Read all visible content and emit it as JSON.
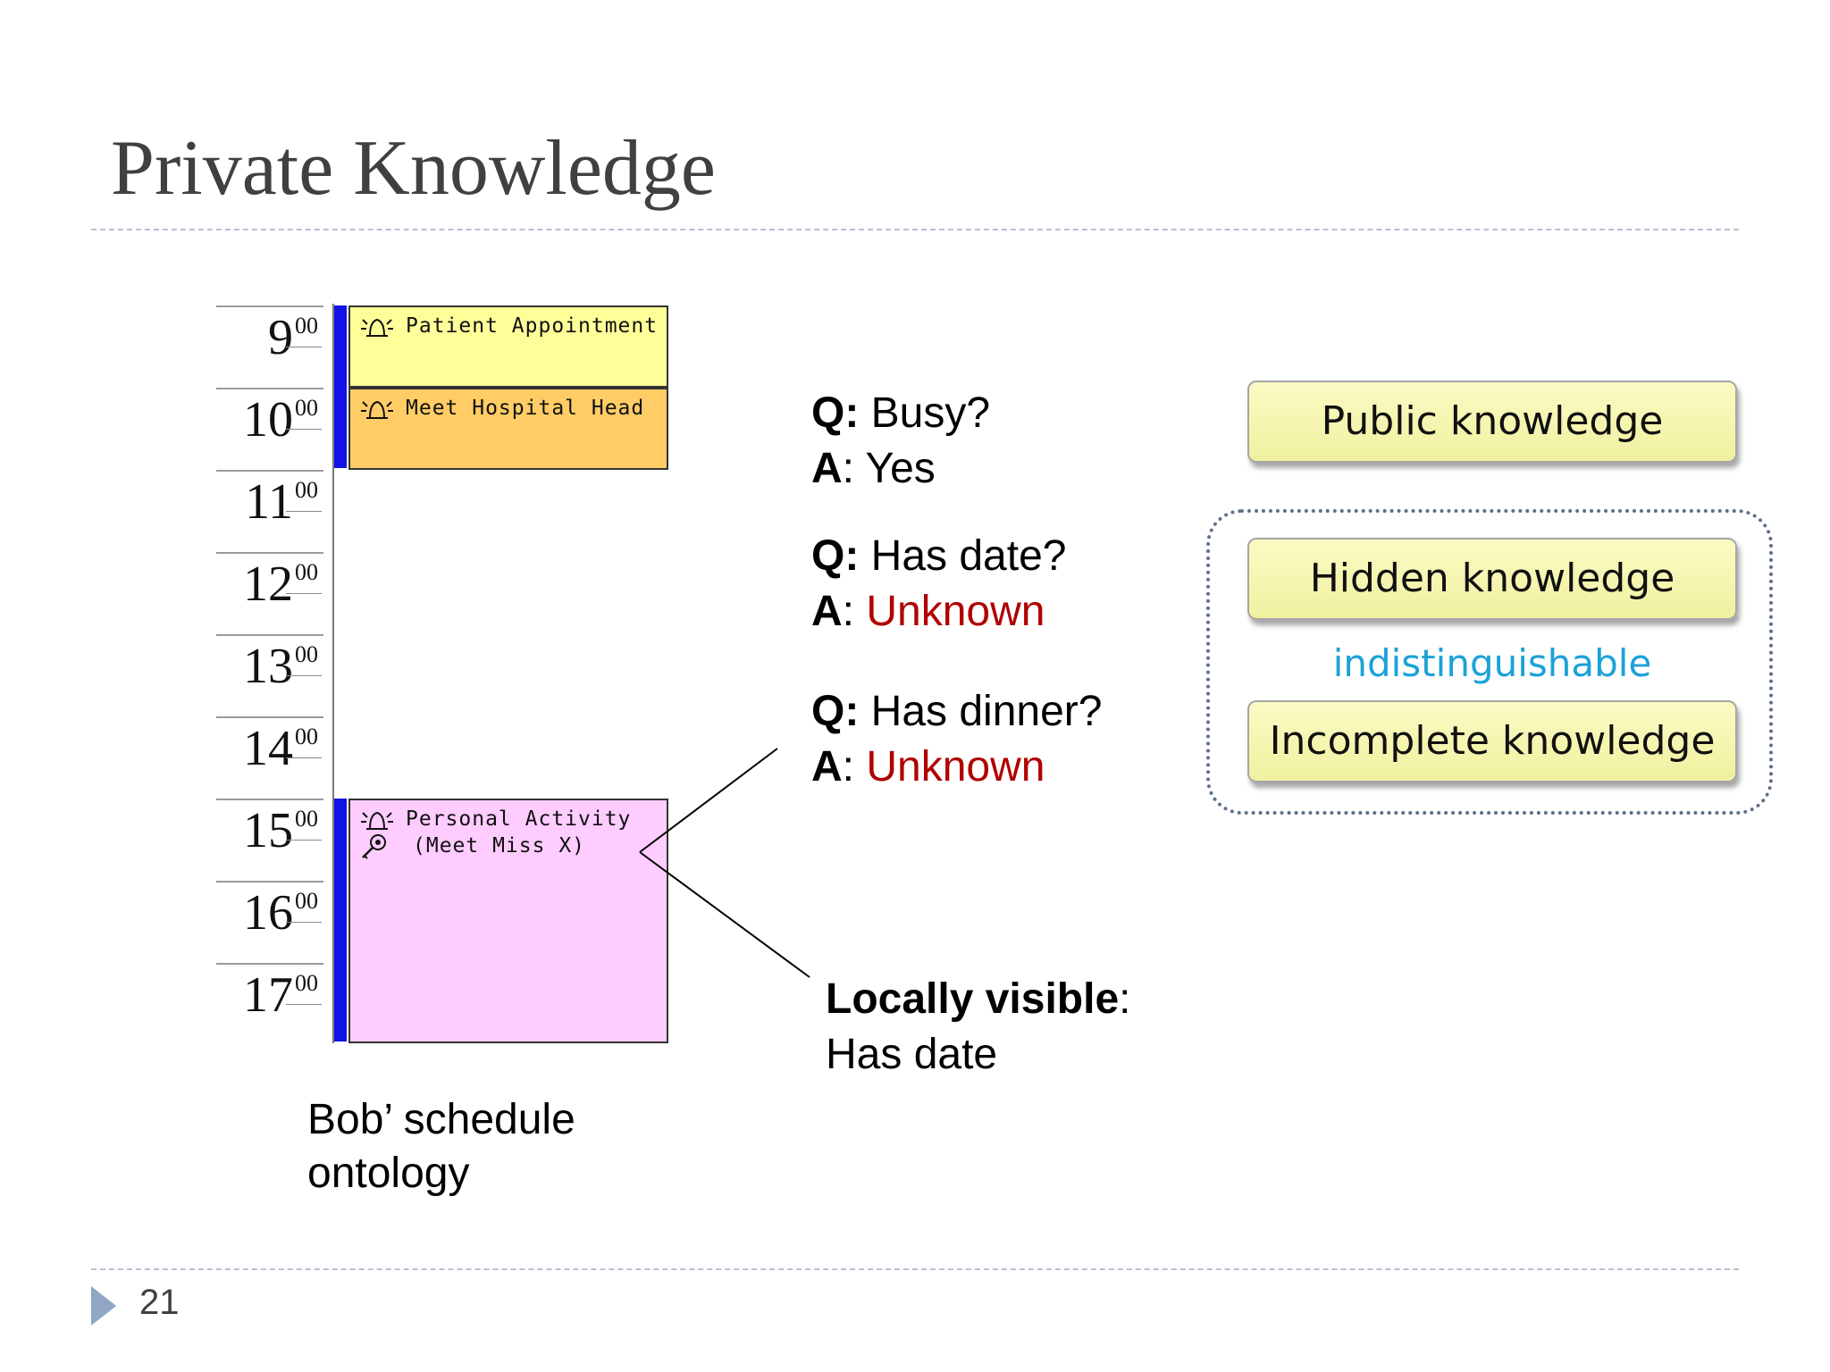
{
  "slide": {
    "title": "Private Knowledge",
    "page_number": "21"
  },
  "schedule": {
    "hours": [
      {
        "h": "9",
        "m": "00"
      },
      {
        "h": "10",
        "m": "00"
      },
      {
        "h": "11",
        "m": "00"
      },
      {
        "h": "12",
        "m": "00"
      },
      {
        "h": "13",
        "m": "00"
      },
      {
        "h": "14",
        "m": "00"
      },
      {
        "h": "15",
        "m": "00"
      },
      {
        "h": "16",
        "m": "00"
      },
      {
        "h": "17",
        "m": "00"
      }
    ],
    "events": [
      {
        "label": "Patient Appointment",
        "color": "#ffff99"
      },
      {
        "label": "Meet Hospital Head",
        "color": "#ffcc66"
      },
      {
        "label": "Personal Activity",
        "label2": "(Meet Miss X)",
        "color": "#ffccff"
      }
    ],
    "caption_line1": "Bob’ schedule",
    "caption_line2": "ontology"
  },
  "qa": [
    {
      "q_prefix": "Q:",
      "q_text": " Busy?",
      "a_prefix": "A",
      "a_text": "Yes"
    },
    {
      "q_prefix": "Q:",
      "q_text": " Has date?",
      "a_prefix": "A",
      "a_text": "Unknown"
    },
    {
      "q_prefix": "Q:",
      "q_text": " Has dinner?",
      "a_prefix": "A",
      "a_text": "Unknown"
    }
  ],
  "locally_visible": {
    "label": "Locally visible",
    "value": "Has date"
  },
  "knowledge": {
    "public": "Public knowledge",
    "hidden": "Hidden knowledge",
    "indistinguishable": "indistinguishable",
    "incomplete": "Incomplete knowledge"
  },
  "colors": {
    "unknown": "#b00000",
    "indistinguishable": "#1ba2d8",
    "box_fill": "#f5f5b0"
  }
}
